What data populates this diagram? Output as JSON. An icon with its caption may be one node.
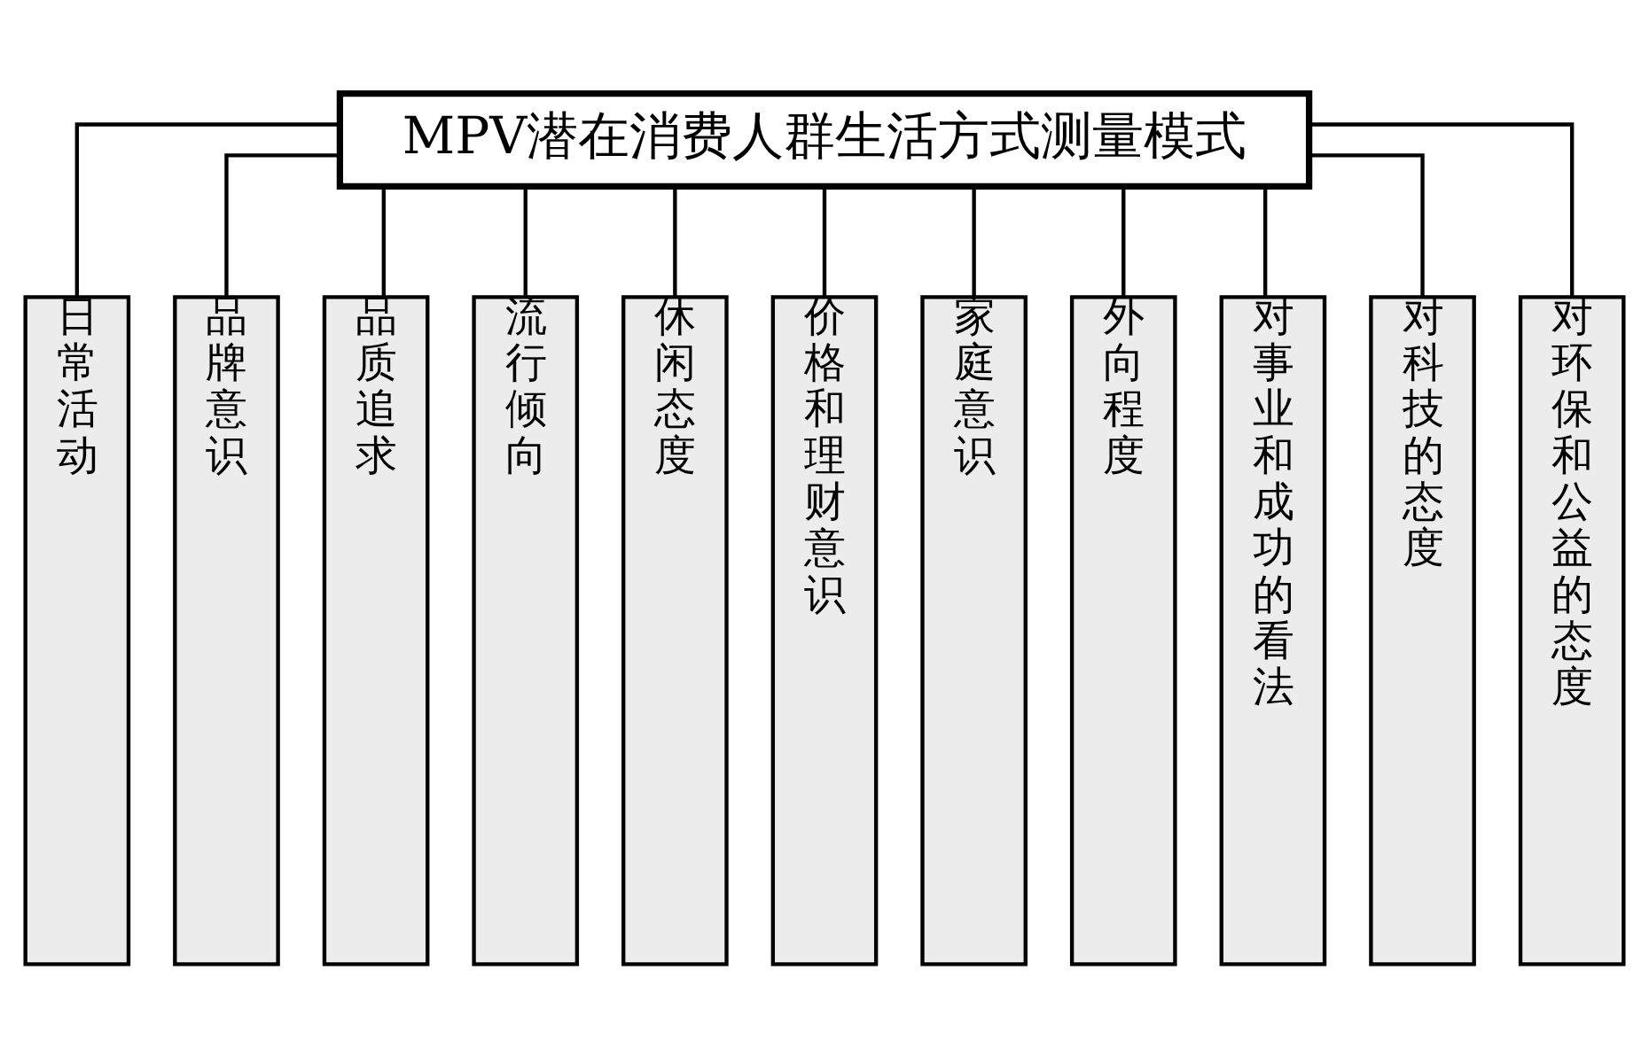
{
  "diagram": {
    "nodes": [
      {
        "text": [
          "MPV潜在消费人群生活方式测量模式"
        ]
      },
      {
        "text": [
          "日常活动"
        ]
      },
      {
        "text": [
          "品牌意识"
        ]
      },
      {
        "text": [
          "品质追求"
        ]
      },
      {
        "text": [
          "流行倾向"
        ]
      },
      {
        "text": [
          "休闲态度"
        ]
      },
      {
        "text": [
          "价格和理财意识"
        ]
      },
      {
        "text": [
          "家庭意识"
        ]
      },
      {
        "text": [
          "外向程度"
        ]
      },
      {
        "text": [
          "对事业和成功的看法"
        ]
      },
      {
        "text": [
          "对科技的态度"
        ]
      },
      {
        "text": [
          "对环保和公益的态度"
        ]
      }
    ],
    "edges": [
      {
        "from": 0,
        "to": 1,
        "arrow": "none"
      },
      {
        "from": 0,
        "to": 2,
        "arrow": "none"
      },
      {
        "from": 0,
        "to": 3,
        "arrow": "none"
      },
      {
        "from": 0,
        "to": 4,
        "arrow": "none"
      },
      {
        "from": 0,
        "to": 5,
        "arrow": "none"
      },
      {
        "from": 0,
        "to": 6,
        "arrow": "none"
      },
      {
        "from": 0,
        "to": 7,
        "arrow": "none"
      },
      {
        "from": 0,
        "to": 8,
        "arrow": "none"
      },
      {
        "from": 0,
        "to": 9,
        "arrow": "none"
      },
      {
        "from": 0,
        "to": 10,
        "arrow": "none"
      },
      {
        "from": 0,
        "to": 11,
        "arrow": "none"
      }
    ]
  }
}
